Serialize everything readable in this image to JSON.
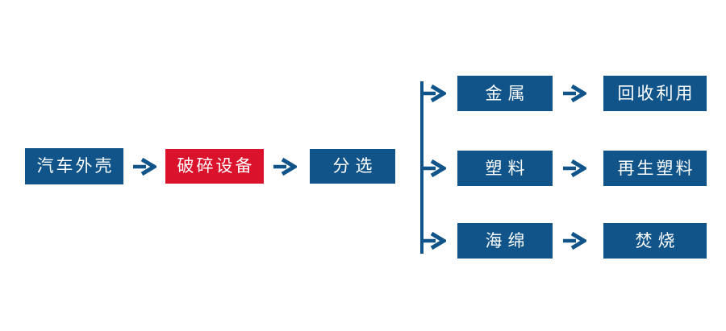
{
  "colors": {
    "node_blue": "#10548A",
    "node_red": "#DB122C",
    "arrow": "#10548A",
    "text": "#FFFFFF",
    "background": "#FFFFFF"
  },
  "diagram": {
    "type": "flowchart",
    "main_chain": [
      {
        "label": "汽车外壳",
        "style": "blue"
      },
      {
        "label": "破碎设备",
        "style": "red"
      },
      {
        "label": "分选",
        "style": "blue"
      }
    ],
    "branches": [
      {
        "material": "金属",
        "outcome": "回收利用"
      },
      {
        "material": "塑料",
        "outcome": "再生塑料"
      },
      {
        "material": "海绵",
        "outcome": "焚烧"
      }
    ]
  }
}
